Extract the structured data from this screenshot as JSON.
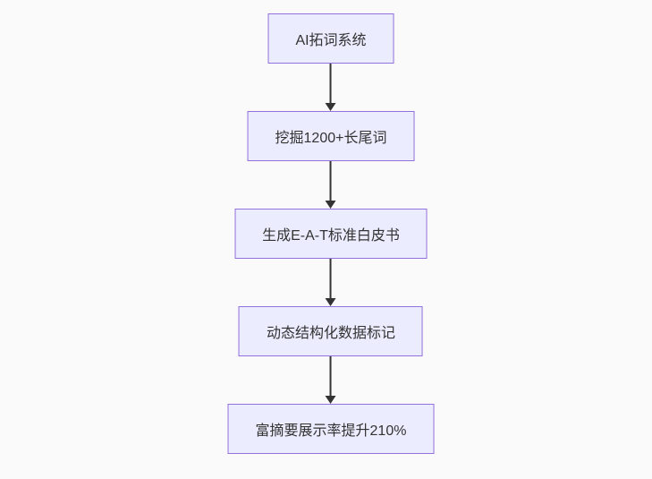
{
  "flowchart": {
    "type": "vertical-flowchart",
    "nodes": [
      {
        "id": "A",
        "label": "AI拓词系统"
      },
      {
        "id": "B",
        "label": "挖掘1200+长尾词"
      },
      {
        "id": "C",
        "label": "生成E-A-T标准白皮书"
      },
      {
        "id": "D",
        "label": "动态结构化数据标记"
      },
      {
        "id": "E",
        "label": "富摘要展示率提升210%"
      }
    ],
    "edges": [
      {
        "from": "A",
        "to": "B",
        "label": ""
      },
      {
        "from": "B",
        "to": "C",
        "label": ""
      },
      {
        "from": "C",
        "to": "D",
        "label": ""
      },
      {
        "from": "D",
        "to": "E",
        "label": ""
      }
    ],
    "colors": {
      "node_fill": "#ECECFF",
      "node_border": "#9370DB",
      "node_text": "#333333",
      "arrow": "#333333",
      "background": "#fafafa"
    }
  }
}
